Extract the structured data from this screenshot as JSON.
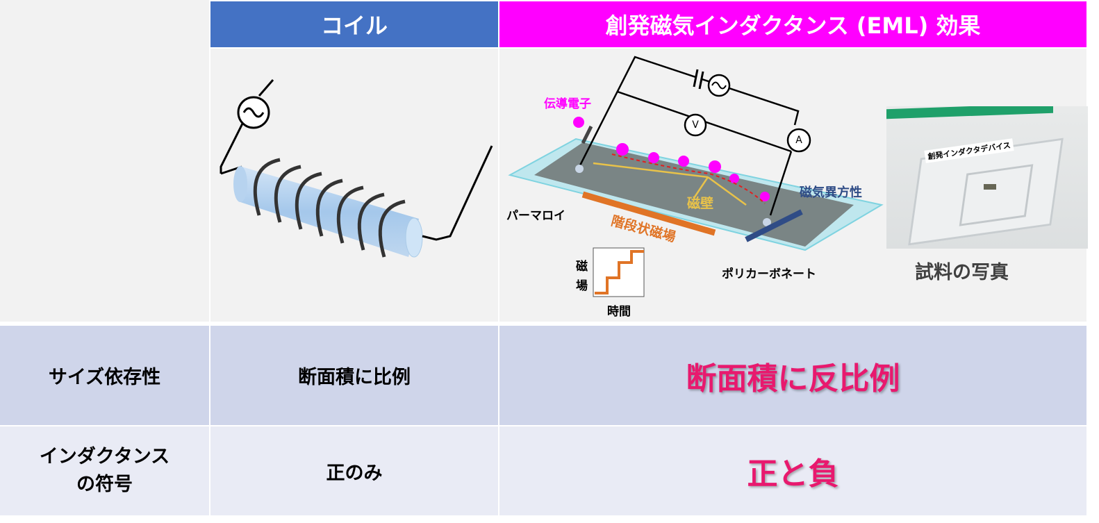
{
  "header": {
    "coil": "コイル",
    "eml": "創発磁気インダクタンス (EML) 効果"
  },
  "diagram": {
    "conduction_electron": "伝導電子",
    "permalloy": "パーマロイ",
    "domain_wall": "磁壁",
    "step_field": "階段状磁場",
    "anisotropy": "磁気異方性",
    "polycarbonate": "ポリカーボネート",
    "graph_y": "磁場",
    "graph_x": "時間",
    "voltmeter": "V",
    "ammeter": "A",
    "photo_label": "創発インダクタデバイス",
    "photo_caption": "試料の写真"
  },
  "rows": [
    {
      "label": "サイズ依存性",
      "coil": "断面積に比例",
      "eml": "断面積に反比例"
    },
    {
      "label": "インダクタンスの符号",
      "label_lines": [
        "インダクタンス",
        "の符号"
      ],
      "coil": "正のみ",
      "eml": "正と負"
    }
  ],
  "colors": {
    "coil_header": "#4472c4",
    "eml_header": "#ff00ff",
    "accent_text": "#e8196e",
    "row1_bg": "#cfd5ea",
    "row2_bg": "#e9ebf5"
  }
}
